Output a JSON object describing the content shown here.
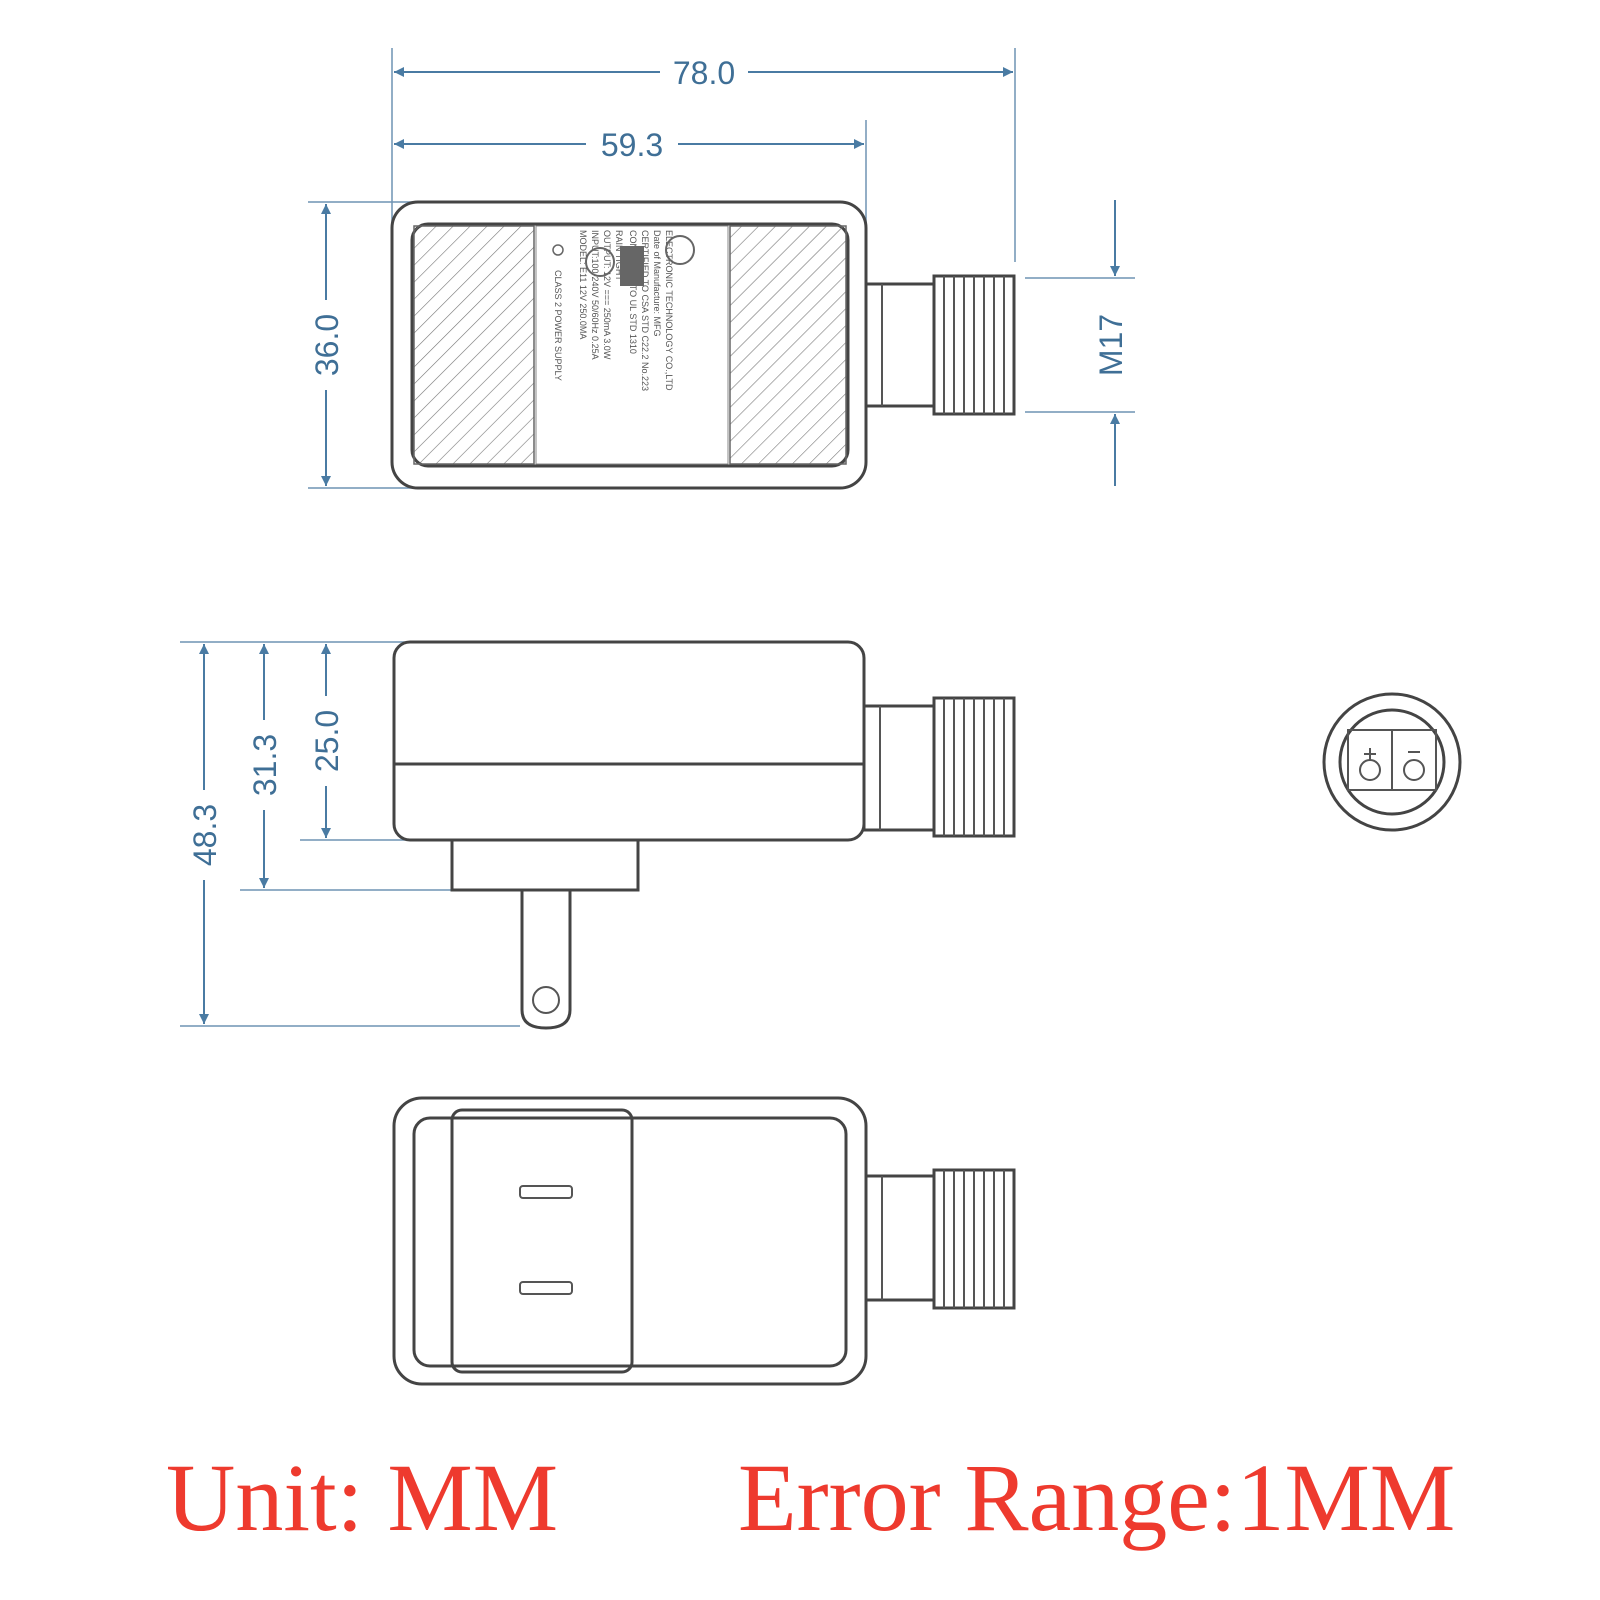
{
  "dimensions": {
    "total_length": "78.0",
    "body_length": "59.3",
    "body_width": "36.0",
    "thread": "M17",
    "overall_height": "48.3",
    "height_with_plug_base": "31.3",
    "body_height": "25.0"
  },
  "footer": {
    "unit_label": "Unit: MM",
    "error_label": "Error Range:1MM"
  },
  "colors": {
    "dimension": "#4a7ba3",
    "outline": "#444444",
    "label": "#ee3a2e"
  }
}
